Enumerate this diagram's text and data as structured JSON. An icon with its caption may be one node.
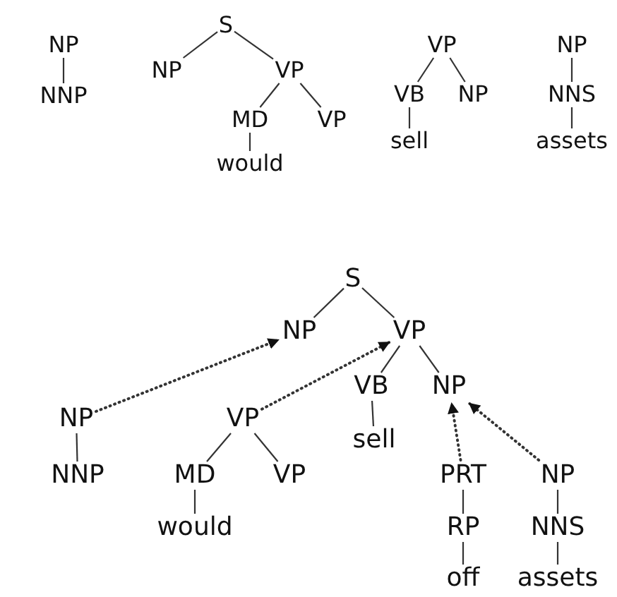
{
  "diagram": {
    "nodes": [
      {
        "text": [
          "NP"
        ]
      },
      {
        "text": [
          "NNP"
        ]
      },
      {
        "text": [
          "S"
        ]
      },
      {
        "text": [
          "NP"
        ]
      },
      {
        "text": [
          "VP"
        ]
      },
      {
        "text": [
          "MD"
        ]
      },
      {
        "text": [
          "VP"
        ]
      },
      {
        "text": [
          "would"
        ]
      },
      {
        "text": [
          "VP"
        ]
      },
      {
        "text": [
          "VB"
        ]
      },
      {
        "text": [
          "NP"
        ]
      },
      {
        "text": [
          "sell"
        ]
      },
      {
        "text": [
          "NP"
        ]
      },
      {
        "text": [
          "NNS"
        ]
      },
      {
        "text": [
          "assets"
        ]
      },
      {
        "text": [
          "S"
        ]
      },
      {
        "text": [
          "NP"
        ]
      },
      {
        "text": [
          "VP"
        ]
      },
      {
        "text": [
          "VB"
        ]
      },
      {
        "text": [
          "NP"
        ]
      },
      {
        "text": [
          "sell"
        ]
      },
      {
        "text": [
          "NP"
        ]
      },
      {
        "text": [
          "NNP"
        ]
      },
      {
        "text": [
          "VP"
        ]
      },
      {
        "text": [
          "MD"
        ]
      },
      {
        "text": [
          "VP"
        ]
      },
      {
        "text": [
          "would"
        ]
      },
      {
        "text": [
          "PRT"
        ]
      },
      {
        "text": [
          "RP"
        ]
      },
      {
        "text": [
          "off"
        ]
      },
      {
        "text": [
          "NP"
        ]
      },
      {
        "text": [
          "NNS"
        ]
      },
      {
        "text": [
          "assets"
        ]
      }
    ],
    "edges": [
      {
        "from": 0,
        "to": 1,
        "arrow": "none"
      },
      {
        "from": 2,
        "to": 3,
        "arrow": "none"
      },
      {
        "from": 2,
        "to": 4,
        "arrow": "none"
      },
      {
        "from": 4,
        "to": 5,
        "arrow": "none"
      },
      {
        "from": 4,
        "to": 6,
        "arrow": "none"
      },
      {
        "from": 5,
        "to": 7,
        "arrow": "none"
      },
      {
        "from": 8,
        "to": 9,
        "arrow": "none"
      },
      {
        "from": 8,
        "to": 10,
        "arrow": "none"
      },
      {
        "from": 9,
        "to": 11,
        "arrow": "none"
      },
      {
        "from": 12,
        "to": 13,
        "arrow": "none"
      },
      {
        "from": 13,
        "to": 14,
        "arrow": "none"
      },
      {
        "from": 15,
        "to": 16,
        "arrow": "none"
      },
      {
        "from": 15,
        "to": 17,
        "arrow": "none"
      },
      {
        "from": 17,
        "to": 18,
        "arrow": "none"
      },
      {
        "from": 17,
        "to": 19,
        "arrow": "none"
      },
      {
        "from": 18,
        "to": 20,
        "arrow": "none"
      },
      {
        "from": 21,
        "to": 22,
        "arrow": "none"
      },
      {
        "from": 23,
        "to": 24,
        "arrow": "none"
      },
      {
        "from": 23,
        "to": 25,
        "arrow": "none"
      },
      {
        "from": 24,
        "to": 26,
        "arrow": "none"
      },
      {
        "from": 27,
        "to": 28,
        "arrow": "none"
      },
      {
        "from": 28,
        "to": 29,
        "arrow": "none"
      },
      {
        "from": 30,
        "to": 31,
        "arrow": "none"
      },
      {
        "from": 31,
        "to": 32,
        "arrow": "none"
      },
      {
        "from": 21,
        "to": 16,
        "arrow": "to",
        "style": "dashed"
      },
      {
        "from": 23,
        "to": 17,
        "arrow": "to",
        "style": "dashed"
      },
      {
        "from": 27,
        "to": 19,
        "arrow": "to",
        "style": "dashed"
      },
      {
        "from": 30,
        "to": 19,
        "arrow": "to",
        "style": "dashed"
      }
    ]
  }
}
